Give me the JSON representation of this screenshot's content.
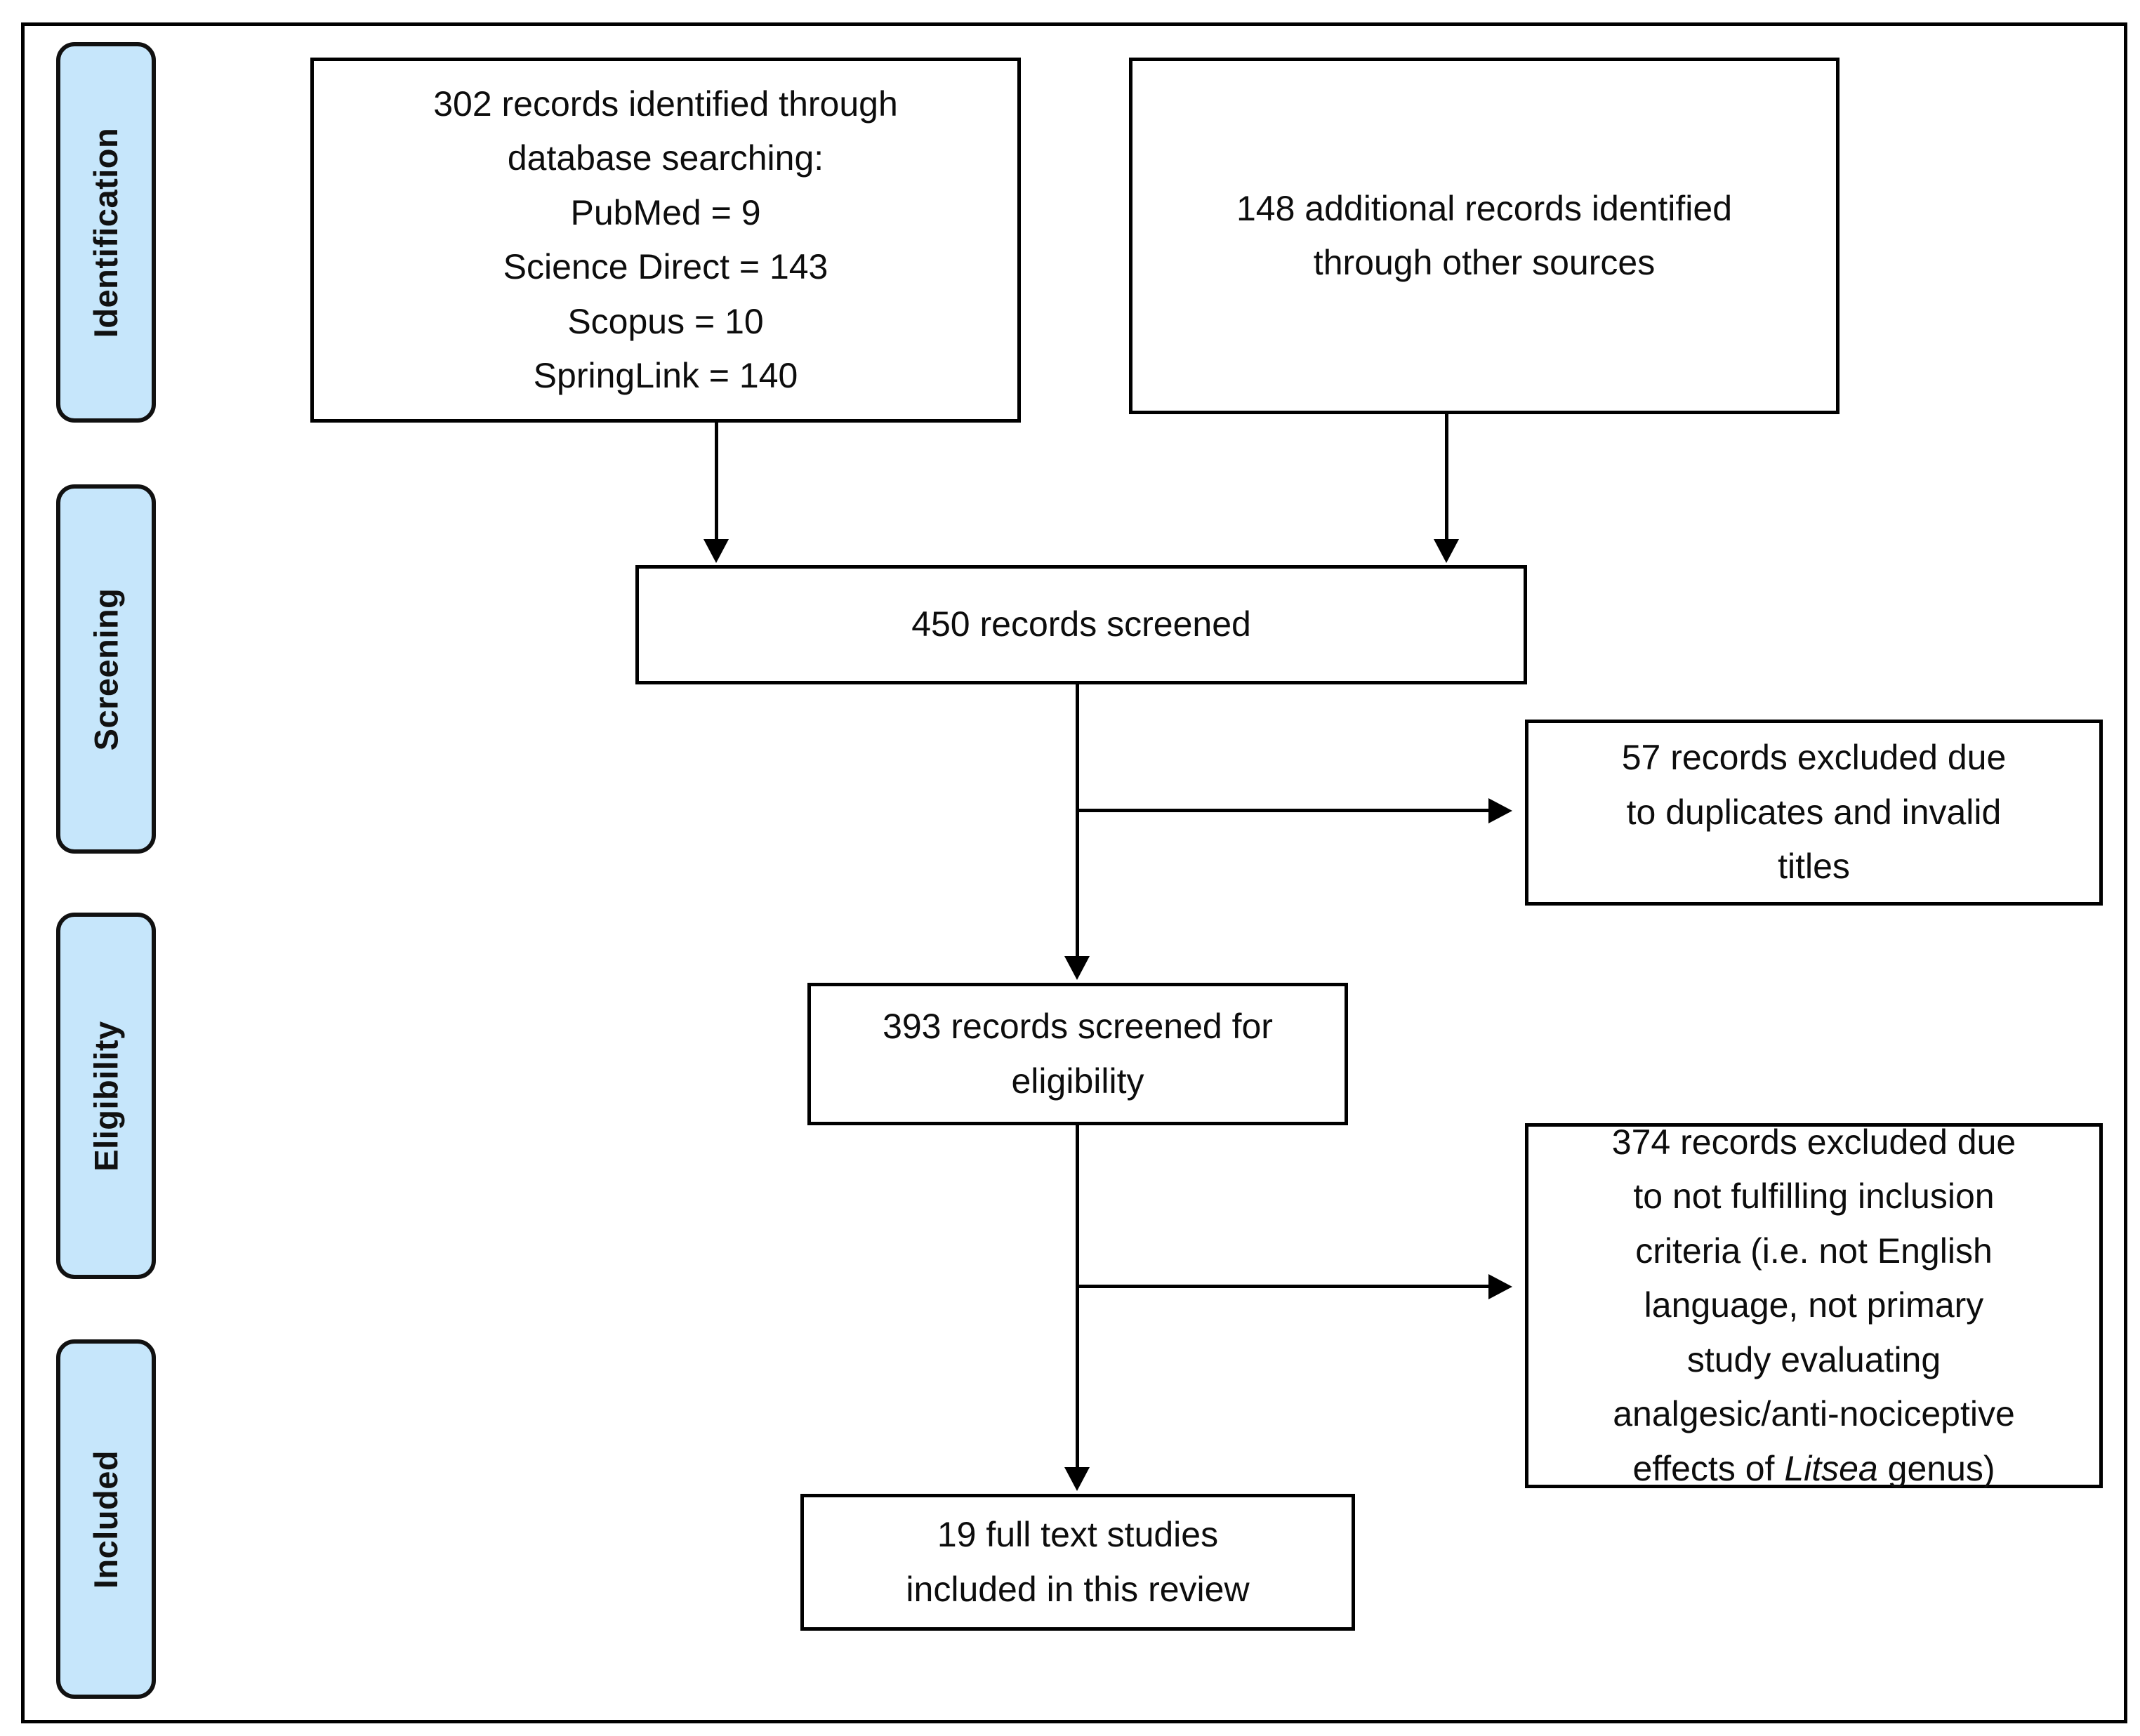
{
  "diagram": {
    "title": "PRISMA flow diagram of study selection",
    "frame_color": "#000000",
    "phase_fill_color": "#c6e6fb",
    "background_color": "#ffffff"
  },
  "phases": [
    {
      "id": "identification",
      "label": "Identification"
    },
    {
      "id": "screening",
      "label": "Screening"
    },
    {
      "id": "eligibility",
      "label": "Eligibility"
    },
    {
      "id": "included",
      "label": "Included"
    }
  ],
  "boxes": {
    "database_search": {
      "text": "302 records identified through\ndatabase searching:\nPubMed = 9\nScience Direct = 143\nScopus = 10\nSpringLink = 140",
      "total": 302,
      "sources": [
        {
          "name": "PubMed",
          "count": 9
        },
        {
          "name": "Science Direct",
          "count": 143
        },
        {
          "name": "Scopus",
          "count": 10
        },
        {
          "name": "SpringLink",
          "count": 140
        }
      ]
    },
    "other_sources": {
      "text": "148 additional records identified\nthrough other sources",
      "count": 148
    },
    "records_screened": {
      "text": "450 records screened",
      "count": 450
    },
    "excluded_duplicates": {
      "text": "57 records excluded due\nto duplicates and invalid\ntitles",
      "count": 57
    },
    "screened_eligibility": {
      "text": "393 records screened for\neligibility",
      "count": 393
    },
    "excluded_criteria": {
      "text_before": "374 records excluded due\nto not fulfilling inclusion\ncriteria (i.e. not English\nlanguage, not primary\nstudy evaluating\nanalgesic/anti-nociceptive\neffects of ",
      "text_italic": "Litsea",
      "text_after": " genus)",
      "count": 374
    },
    "included_studies": {
      "text": "19 full text studies\nincluded in this review",
      "count": 19
    }
  }
}
